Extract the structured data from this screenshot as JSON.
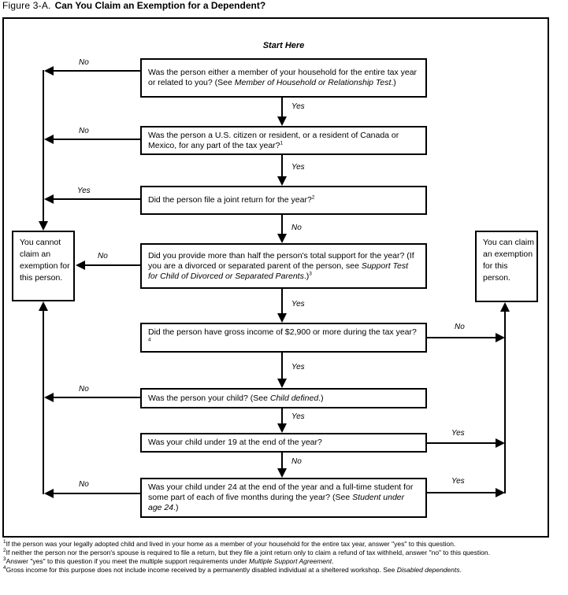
{
  "title": {
    "prefix": "Figure 3-A.",
    "caption": "Can You Claim an Exemption for a Dependent?"
  },
  "start_label": "Start Here",
  "questions": {
    "q1": {
      "p1": "Was the person either a member of your household for the entire tax year or related to you? (See ",
      "i": "Member of Household or Relationship Test",
      "p2": ".)"
    },
    "q2": {
      "p1": "Was the person a U.S. citizen or resident, or a resident of Canada or Mexico, for any part of the tax year?",
      "sup": "1"
    },
    "q3": {
      "p1": "Did the person file a joint return for the year?",
      "sup": "2"
    },
    "q4": {
      "p1": "Did you provide more than half the person's total support for the year? (If you are a divorced or separated parent of the person, see ",
      "i": "Support Test for Child of Divorced or Separated Parents",
      "p2": ".)",
      "sup": "3"
    },
    "q5": {
      "p1": "Did the person have gross income of $2,900 or more during the tax year?",
      "sup": "4"
    },
    "q6": {
      "p1": "Was the person your child? (See ",
      "i": "Child defined",
      "p2": ".)"
    },
    "q7": {
      "p1": "Was your child under 19 at the end of the year?"
    },
    "q8": {
      "p1": "Was your child under 24 at the end of the year and a full-time student for some part of each of five months during the year? (See ",
      "i": "Student under age 24",
      "p2": ".)"
    }
  },
  "outcomes": {
    "cannot": "You cannot claim an exemption for this person.",
    "can": "You can claim an exemption for this person."
  },
  "edges": {
    "q1_yes": "Yes",
    "q1_no": "No",
    "q2_yes": "Yes",
    "q2_no": "No",
    "q3_yes": "Yes",
    "q3_no": "No",
    "q4_yes": "Yes",
    "q4_no": "No",
    "q5_yes": "Yes",
    "q5_no": "No",
    "q6_yes": "Yes",
    "q6_no": "No",
    "q7_yes": "Yes",
    "q7_no": "No",
    "q8_yes": "Yes",
    "q8_no": "No"
  },
  "footnotes": [
    {
      "sup": "1",
      "p1": "If the person was your legally adopted child and lived in your home as a member of your household for the entire tax year, answer \"yes\" to this question."
    },
    {
      "sup": "2",
      "p1": "If neither the person nor the person's spouse is required to file a return, but they file a joint return only to claim a refund of tax withheld, answer \"no\" to this question."
    },
    {
      "sup": "3",
      "p1": "Answer \"yes\" to this question if you meet the multiple support requirements under ",
      "i": "Multiple Support Agreement",
      "p2": "."
    },
    {
      "sup": "4",
      "p1": "Gross income for this purpose does not include income received by a permanently disabled individual at a sheltered workshop. See ",
      "i": "Disabled dependents",
      "p2": "."
    }
  ]
}
